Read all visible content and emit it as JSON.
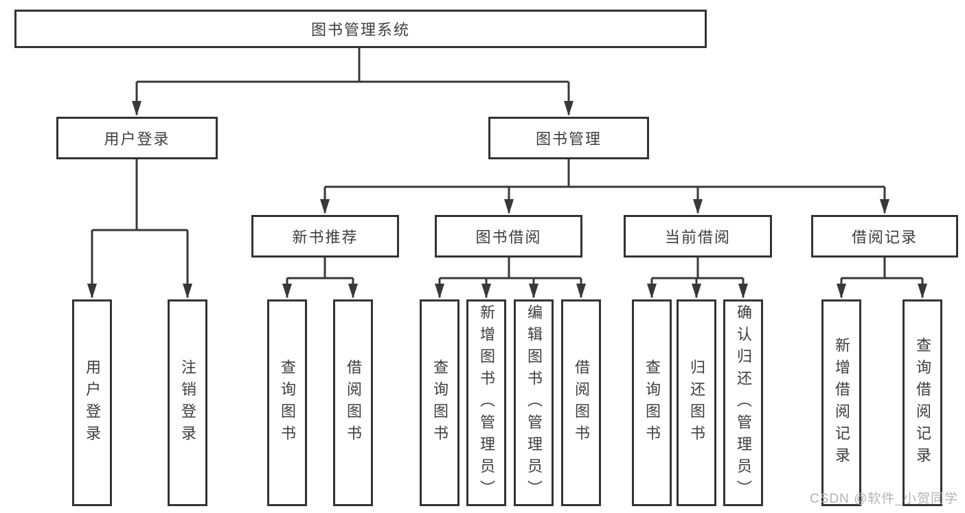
{
  "diagram": {
    "title": "图书管理系统",
    "root": {
      "label": "图书管理系统"
    },
    "level2": [
      {
        "id": "user-login",
        "label": "用户登录"
      },
      {
        "id": "book-management",
        "label": "图书管理"
      }
    ],
    "level3": [
      {
        "id": "new-book-recommend",
        "label": "新书推荐",
        "parent": "图书管理"
      },
      {
        "id": "book-borrow",
        "label": "图书借阅",
        "parent": "图书管理"
      },
      {
        "id": "current-borrow",
        "label": "当前借阅",
        "parent": "图书管理"
      },
      {
        "id": "borrow-records",
        "label": "借阅记录",
        "parent": "图书管理"
      }
    ],
    "leaves": [
      {
        "id": "user-login-leaf",
        "label": "用户登录",
        "parent": "用户登录"
      },
      {
        "id": "logout-leaf",
        "label": "注销登录",
        "parent": "用户登录"
      },
      {
        "id": "query-books-recommend",
        "label": "查询图书",
        "parent": "新书推荐"
      },
      {
        "id": "borrow-books-recommend",
        "label": "借阅图书",
        "parent": "新书推荐"
      },
      {
        "id": "query-books-borrow",
        "label": "查询图书",
        "parent": "图书借阅"
      },
      {
        "id": "add-books-admin",
        "label": "新增图书（管理员）",
        "parent": "图书借阅"
      },
      {
        "id": "edit-books-admin",
        "label": "编辑图书（管理员）",
        "parent": "图书借阅"
      },
      {
        "id": "borrow-books-borrow",
        "label": "借阅图书",
        "parent": "图书借阅"
      },
      {
        "id": "query-books-current",
        "label": "查询图书",
        "parent": "当前借阅"
      },
      {
        "id": "return-books",
        "label": "归还图书",
        "parent": "当前借阅"
      },
      {
        "id": "confirm-return-admin",
        "label": "确认归还（管理员）",
        "parent": "当前借阅"
      },
      {
        "id": "add-borrow-record",
        "label": "新增借阅记录",
        "parent": "借阅记录"
      },
      {
        "id": "query-borrow-record",
        "label": "查询借阅记录",
        "parent": "借阅记录"
      }
    ]
  },
  "watermark": {
    "text": "CSDN @软件_小贺同学"
  },
  "colors": {
    "line": "#383838",
    "box_border": "#333333",
    "text": "#3d3d3d",
    "watermark": "#b3b3b3",
    "background": "#ffffff"
  }
}
